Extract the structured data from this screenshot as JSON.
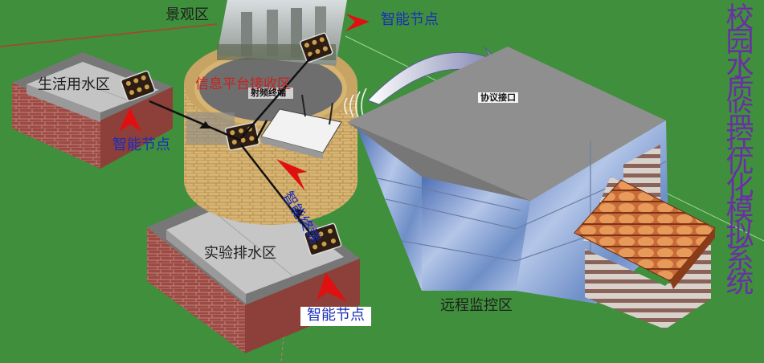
{
  "title": "校园水质监控优化模拟系统",
  "colors": {
    "background": "#3f8f3c",
    "title": "#6b2fa5",
    "node_label": "#1a2fb8",
    "platform_label": "#c9221f",
    "arrow_red": "#e01010"
  },
  "zones": {
    "landscape": "景观区",
    "domestic_water": "生活用水区",
    "platform": "信息平台接收区",
    "experiment_drain": "实验排水区",
    "remote_monitor": "远程监控区"
  },
  "nodes": {
    "node_top": "智能节点",
    "node_left": "智能节点",
    "node_bottom": "智能节点",
    "terminal": "智能终端"
  },
  "devices": {
    "rf_device": "射频终端",
    "protocol": "协议接口"
  }
}
